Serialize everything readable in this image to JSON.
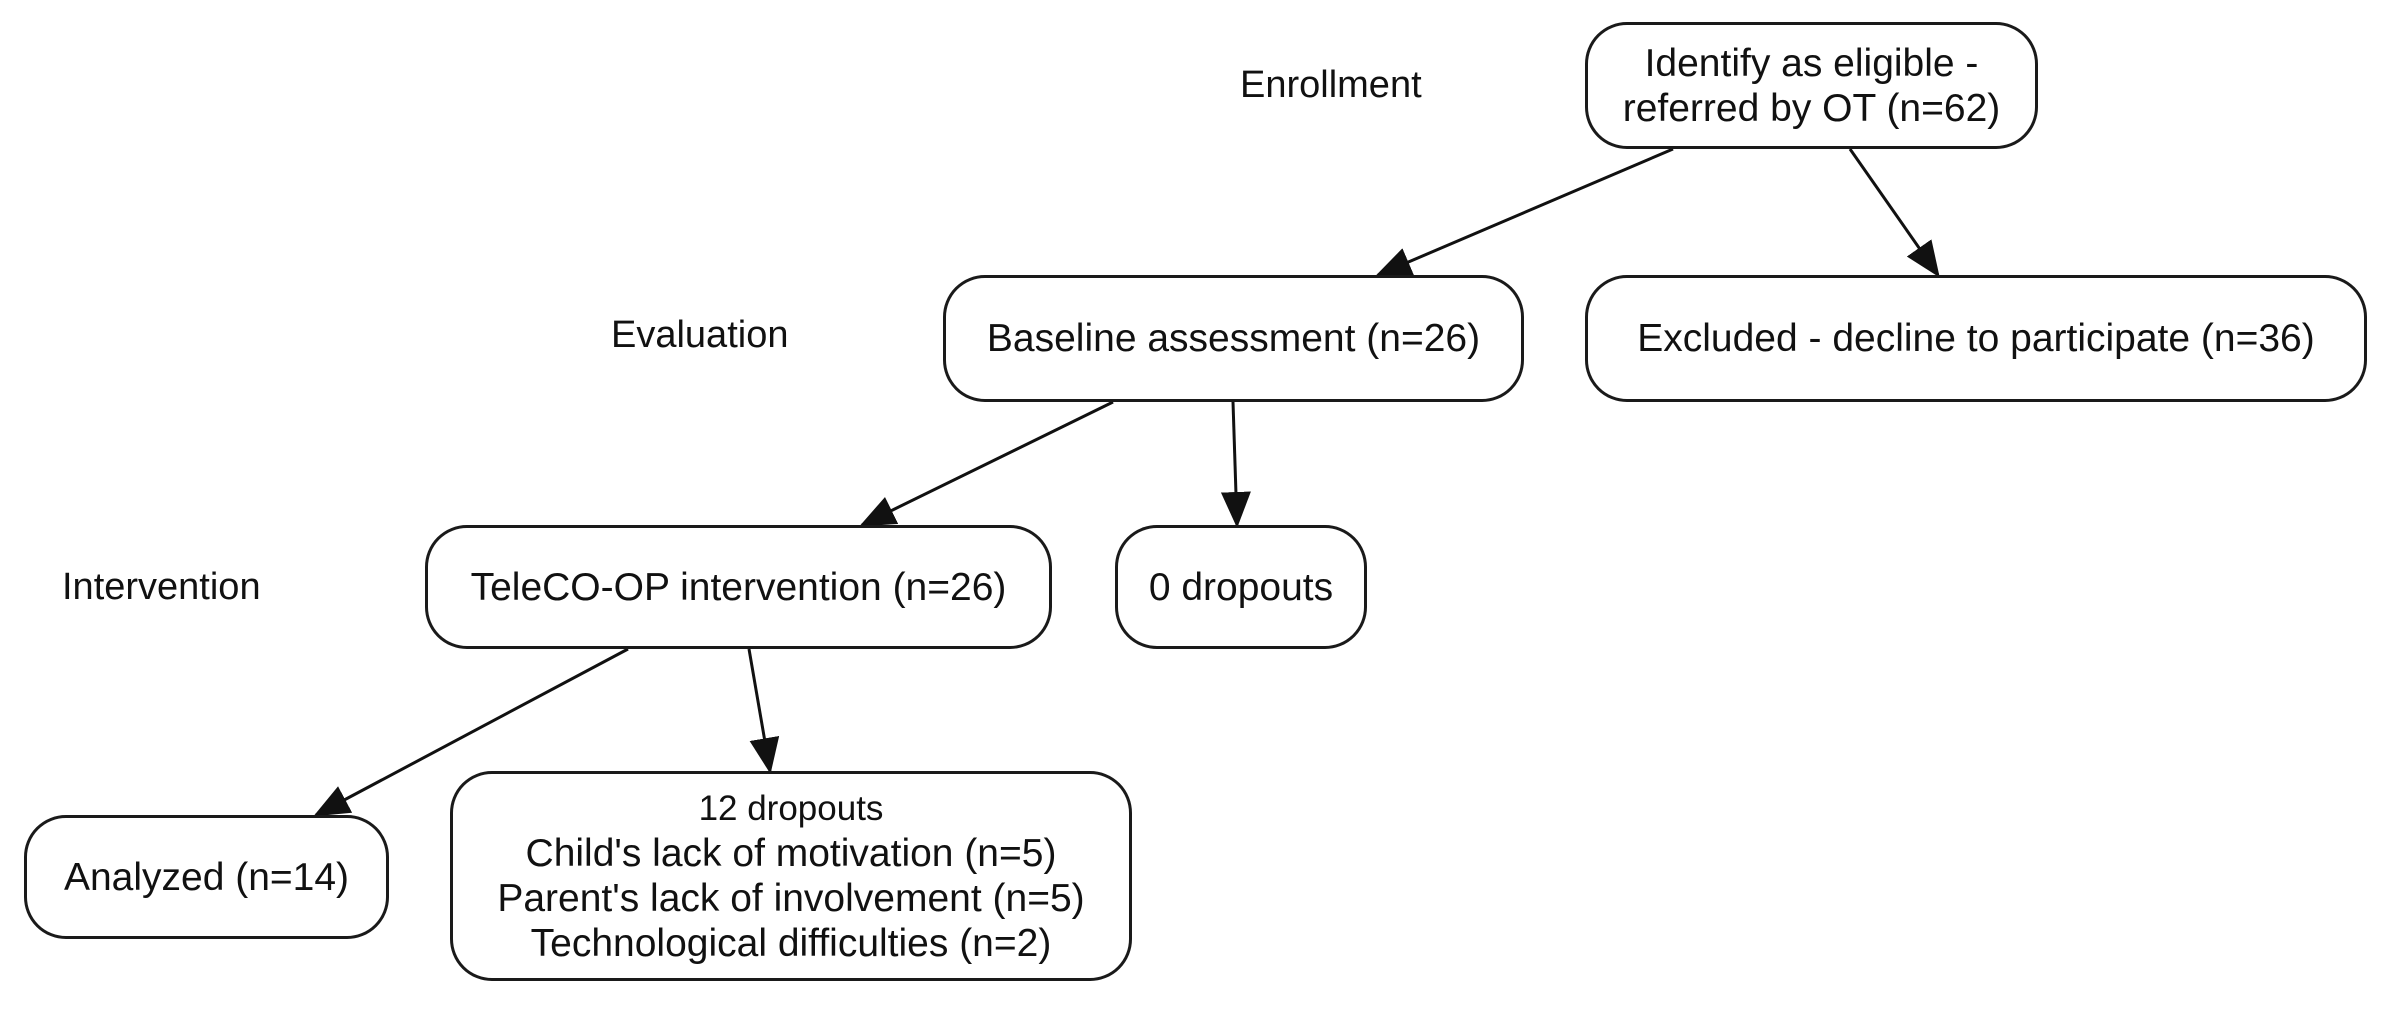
{
  "stages": {
    "enrollment": "Enrollment",
    "evaluation": "Evaluation",
    "intervention": "Intervention"
  },
  "nodes": {
    "eligible": {
      "line1": "Identify as eligible -",
      "line2": "referred by OT (n=62)"
    },
    "baseline": {
      "label": "Baseline assessment (n=26)"
    },
    "excluded": {
      "label": "Excluded - decline to participate (n=36)"
    },
    "teleco": {
      "label": "TeleCO-OP intervention (n=26)"
    },
    "dropouts_zero": {
      "label": "0 dropouts"
    },
    "analyzed": {
      "label": "Analyzed (n=14)"
    },
    "dropouts_twelve": {
      "title": "12 dropouts",
      "reasons": [
        "Child's lack of motivation (n=5)",
        "Parent's lack of involvement (n=5)",
        "Technological difficulties (n=2)"
      ]
    }
  },
  "edges": [
    {
      "from": "eligible",
      "to": "baseline"
    },
    {
      "from": "eligible",
      "to": "excluded"
    },
    {
      "from": "baseline",
      "to": "teleco"
    },
    {
      "from": "baseline",
      "to": "dropouts_zero"
    },
    {
      "from": "teleco",
      "to": "analyzed"
    },
    {
      "from": "teleco",
      "to": "dropouts_twelve"
    }
  ]
}
